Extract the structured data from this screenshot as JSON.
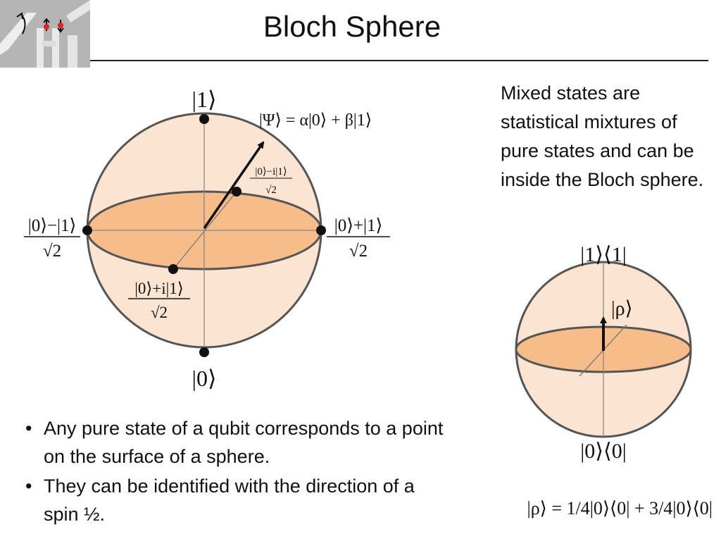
{
  "slide": {
    "title": "Bloch Sphere",
    "colors": {
      "sphere_fill": "#fbe4d2",
      "equator_fill": "#f6bd8b",
      "outline": "#555555",
      "point": "#111111",
      "logo_bg": "#b5b5b5",
      "spin_red": "#e22222"
    }
  },
  "main_sphere": {
    "states": {
      "top": "|1⟩",
      "bottom": "|0⟩",
      "left_num": "|0⟩−|1⟩",
      "left_den": "√2",
      "right_num": "|0⟩+|1⟩",
      "right_den": "√2",
      "front_num": "|0⟩+i|1⟩",
      "front_den": "√2",
      "back_num": "|0⟩−i|1⟩",
      "back_den": "√2"
    },
    "psi_label": "|Ψ⟩ = α|0⟩ + β|1⟩"
  },
  "mixed": {
    "text": "Mixed states are statistical mixtures of pure states and can be inside the Bloch sphere.",
    "top_label": "|1⟩⟨1|",
    "bottom_label": "|0⟩⟨0|",
    "rho_label": "|ρ⟩",
    "rho_formula": "|ρ⟩ = 1/4|0⟩⟨0| + 3/4|0⟩⟨0|"
  },
  "bullets": [
    "Any pure state of a qubit corresponds to a point on the surface of a sphere.",
    "They can be identified with the direction of a spin ½."
  ],
  "logo": {
    "icon": "spin-qubit-device-image"
  }
}
